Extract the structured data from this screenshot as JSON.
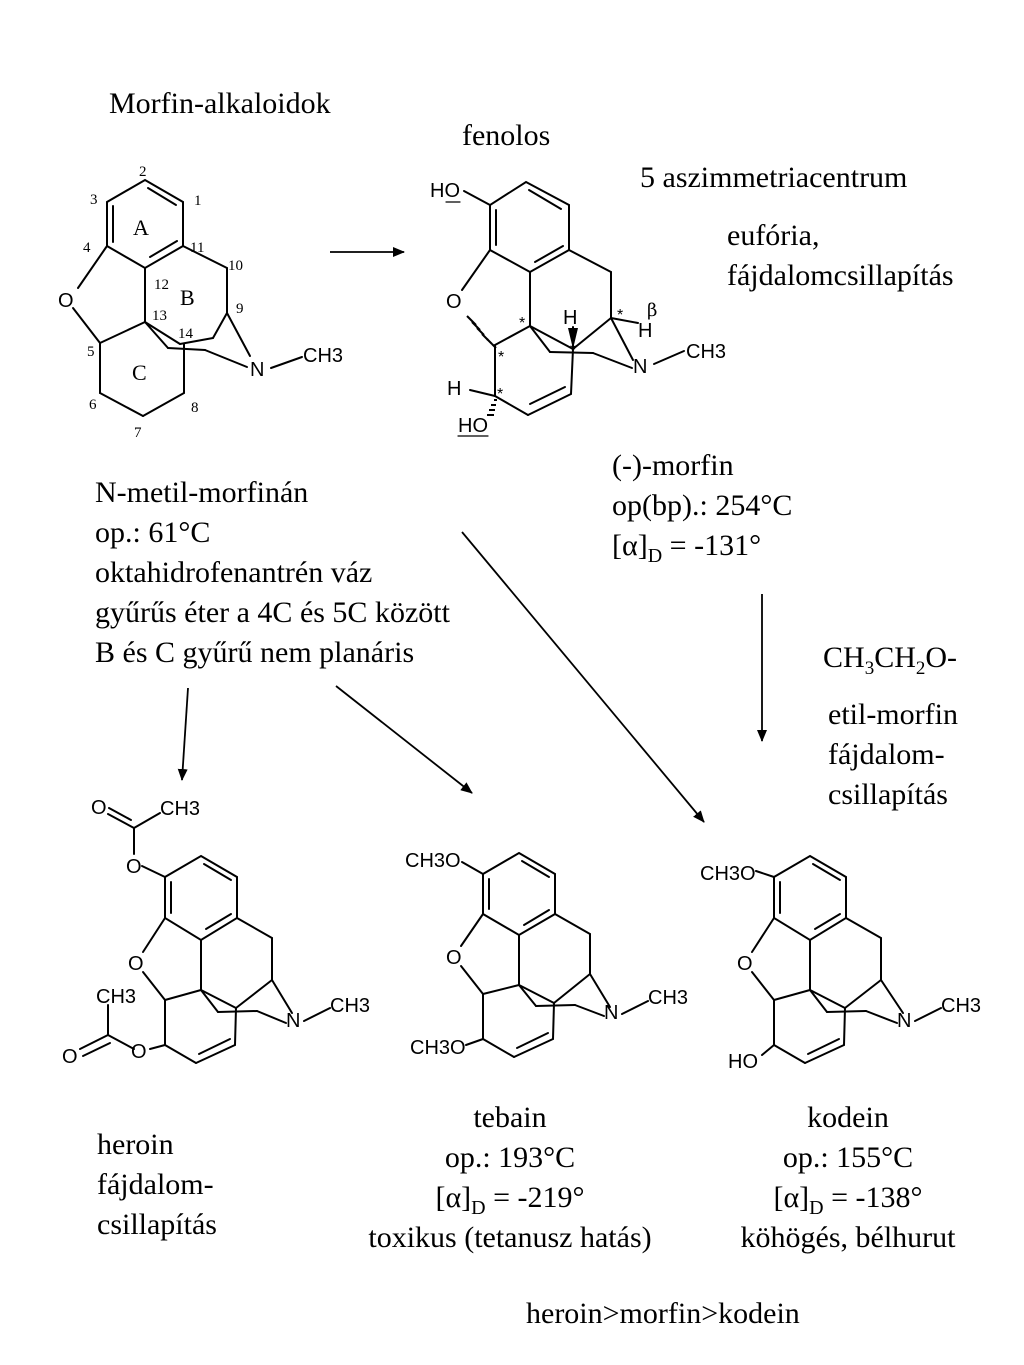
{
  "title": "Morfin-alkaloidok",
  "fenolos": "fenolos",
  "asym": "5 aszimmetriacentrum",
  "effect": [
    "eufória,",
    "fájdalomcsillapítás"
  ],
  "morfinan": {
    "atoms": {
      "o": "O",
      "n": "N",
      "me": "CH3"
    },
    "numbers": [
      "1",
      "2",
      "3",
      "4",
      "5",
      "6",
      "7",
      "8",
      "9",
      "10",
      "11",
      "12",
      "13",
      "14"
    ],
    "rings": [
      "A",
      "B",
      "C"
    ],
    "lines": [
      "N-metil-morfinán",
      "op.: 61°C",
      "oktahidrofenantrén váz",
      "gyűrűs éter a 4C és 5C között",
      "B és C gyűrű nem planáris"
    ]
  },
  "morphine": {
    "atoms": {
      "ho_top": "HO",
      "o": "O",
      "h_top": "H",
      "h_right": "H",
      "h_left": "H",
      "ho_bottom": "HO",
      "n": "N",
      "me": "CH3"
    },
    "star": "*",
    "beta": "β",
    "name": "(-)-morfin",
    "bp": "op(bp).: 254°C",
    "rot_prefix": "[α]",
    "rot_sub": "D",
    "rot_value": " = -131°"
  },
  "ethyl": {
    "formula": [
      "CH",
      "3",
      "CH",
      "2",
      "O-"
    ],
    "lines": [
      "etil-morfin",
      "fájdalom-",
      "csillapítás"
    ]
  },
  "heroin": {
    "atoms": {
      "o_top": "O",
      "me_top": "CH3",
      "o_ether": "O",
      "me_bottom": "CH3",
      "o_bottom": "O",
      "n": "N",
      "me": "CH3"
    },
    "lines": [
      "heroin",
      "fájdalom-",
      "csillapítás"
    ]
  },
  "tebain": {
    "atoms": {
      "meo_top": "CH3O",
      "o": "O",
      "meo_bottom": "CH3O",
      "n": "N",
      "me": "CH3"
    },
    "name": "tebain",
    "mp": "op.: 193°C",
    "rot_prefix": "[α]",
    "rot_sub": "D",
    "rot_value": " = -219°",
    "note": "toxikus (tetanusz hatás)"
  },
  "kodein": {
    "atoms": {
      "meo_top": "CH3O",
      "o": "O",
      "ho": "HO",
      "n": "N",
      "me": "CH3"
    },
    "name": "kodein",
    "mp": "op.: 155°C",
    "rot_prefix": "[α]",
    "rot_sub": "D",
    "rot_value": " = -138°",
    "note": "köhögés, bélhurut"
  },
  "order": "heroin>morfin>kodein"
}
